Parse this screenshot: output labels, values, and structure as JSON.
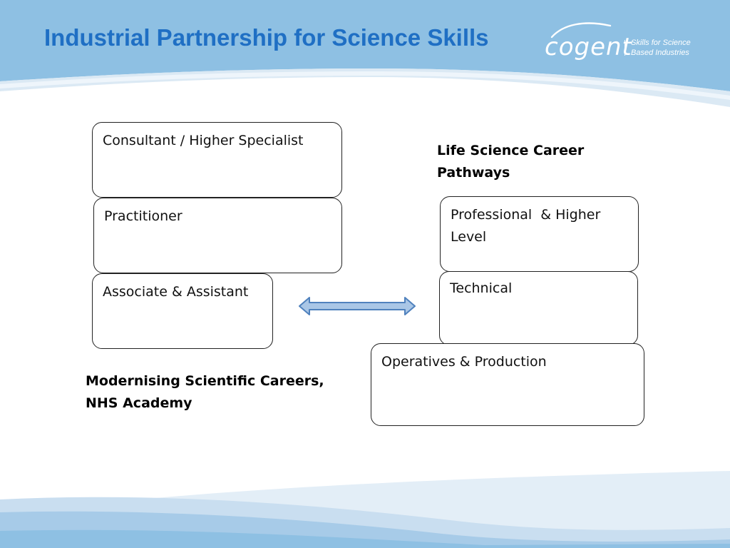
{
  "title": "Industrial Partnership for Science Skills",
  "logo": {
    "wordmark": "cogent",
    "tagline_line1": "Skills for Science",
    "tagline_line2": "Based Industries"
  },
  "left_column": {
    "boxes": [
      "Consultant / Higher Specialist",
      "Practitioner",
      "Associate & Assistant"
    ],
    "caption_line1": "Modernising Scientific Careers,",
    "caption_line2": "NHS Academy"
  },
  "right_column": {
    "heading_line1": "Life Science Career",
    "heading_line2": "Pathways",
    "boxes": [
      "Professional  & Higher Level",
      "Technical",
      "Operatives & Production"
    ]
  },
  "connector": {
    "type": "double-headed-arrow",
    "icon": "double-arrow-icon"
  },
  "colors": {
    "title": "#1f6fc4",
    "header_band": "#8ec0e3",
    "arrow_fill": "#a9c6e6",
    "arrow_stroke": "#4f81bd"
  }
}
